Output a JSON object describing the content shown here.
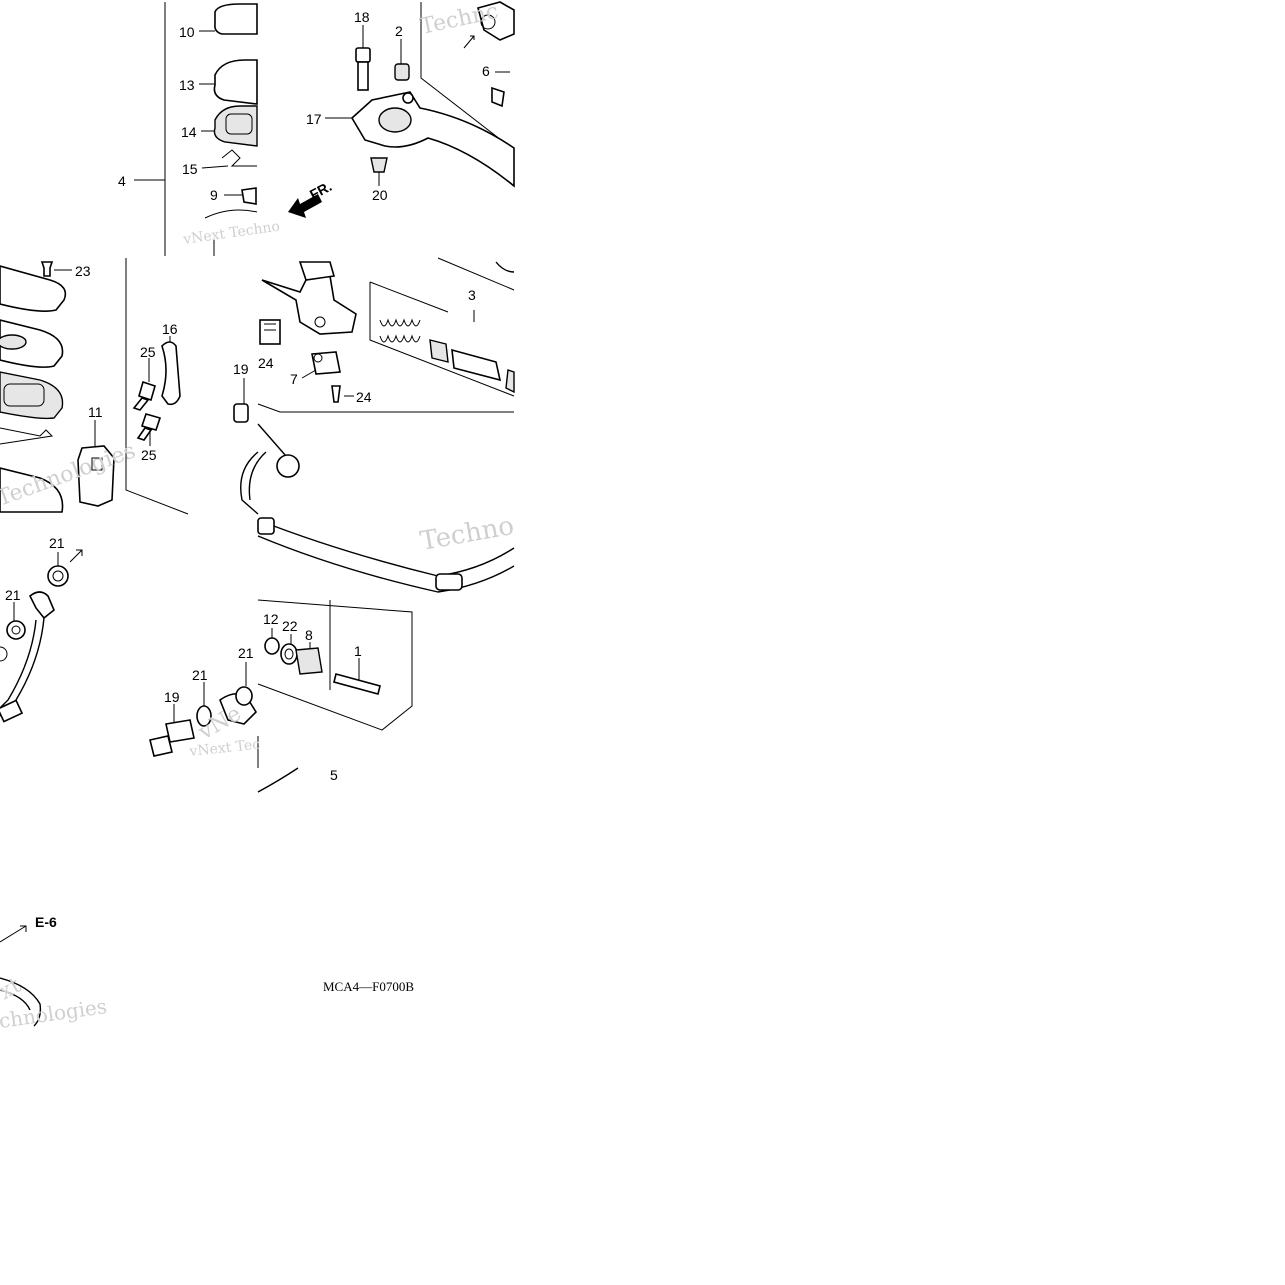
{
  "callouts": {
    "c1": "1",
    "c2": "2",
    "c3": "3",
    "c4": "4",
    "c5": "5",
    "c6": "6",
    "c7": "7",
    "c8": "8",
    "c9": "9",
    "c10": "10",
    "c11": "11",
    "c12": "12",
    "c13": "13",
    "c14": "14",
    "c15": "15",
    "c16": "16",
    "c17": "17",
    "c18": "18",
    "c19a": "19",
    "c19b": "19",
    "c20": "20",
    "c21a": "21",
    "c21b": "21",
    "c21c": "21",
    "c21d": "21",
    "c22": "22",
    "c23": "23",
    "c24a": "24",
    "c24b": "24",
    "c25a": "25",
    "c25b": "25"
  },
  "direction_label": "FR.",
  "reference_label": "E-6",
  "diagram_code": "MCA4—F0700B",
  "watermarks": {
    "w1": "vNext Techno",
    "w2": "Technologies",
    "w3": "Technc",
    "w4": "vNext Tec",
    "w5": "xt",
    "w6": "chnologies",
    "w7": "Techno",
    "w8": "vNe"
  }
}
